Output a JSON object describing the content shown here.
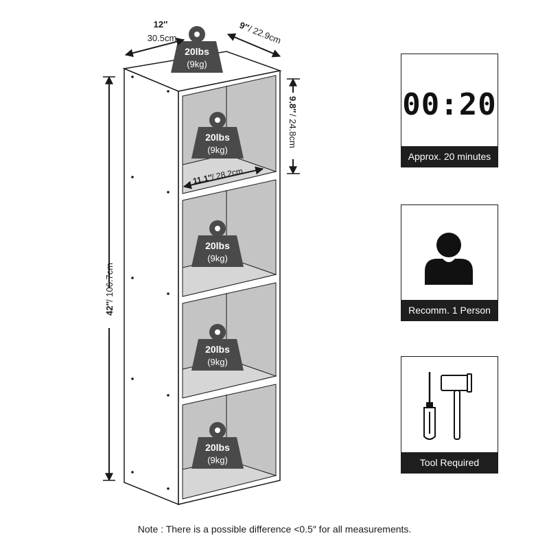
{
  "dimensions": {
    "width_in": "12″",
    "width_cm": "30.5cm",
    "depth_in": "9″",
    "depth_cm": "/ 22.9cm",
    "height_in": "42″",
    "height_cm": "/ 106.7cm",
    "shelf_height_in": "9.8″",
    "shelf_height_cm": "/ 24.8cm",
    "shelf_width_in": "11.1″",
    "shelf_width_cm": "/ 28.2cm"
  },
  "weights": [
    {
      "lbs": "20lbs",
      "kg": "(9kg)"
    },
    {
      "lbs": "20lbs",
      "kg": "(9kg)"
    },
    {
      "lbs": "20lbs",
      "kg": "(9kg)"
    },
    {
      "lbs": "20lbs",
      "kg": "(9kg)"
    },
    {
      "lbs": "20lbs",
      "kg": "(9kg)"
    }
  ],
  "panels": {
    "time": {
      "display": "00:20",
      "caption": "Approx. 20 minutes",
      "icon": "digital-clock-icon"
    },
    "people": {
      "caption": "Recomm. 1 Person",
      "icon": "person-icon"
    },
    "tools": {
      "caption": "Tool Required",
      "icon": "screwdriver-hammer-icon"
    }
  },
  "note": "Note : There is a possible difference <0.5″ for all measurements.",
  "colors": {
    "weight_fill": "#4a4a4a",
    "caption_bg": "#1e1e1e",
    "shelf_interior": "#c4c4c4"
  }
}
